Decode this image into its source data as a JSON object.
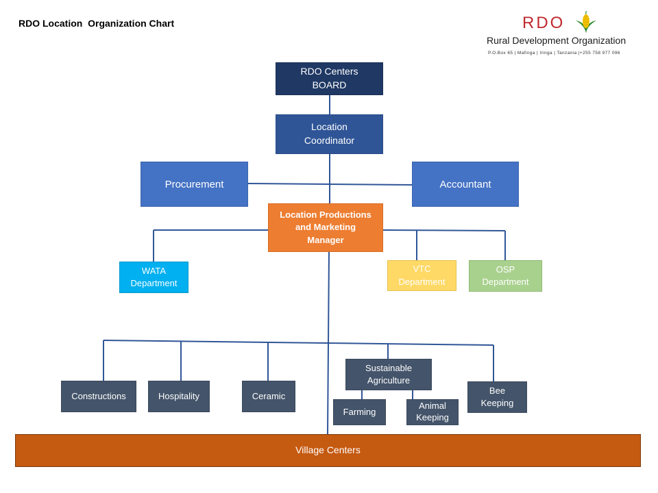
{
  "page_title": "RDO Location  Organization Chart",
  "logo": {
    "mark_text": "RDO",
    "org_name": "Rural Development Organization",
    "address": "P.O.Box 65 | Mafinga | Iringa | Tanzania |+255 758 977 096",
    "icon": "corn-icon",
    "mark_color": "#c0282d"
  },
  "nodes": {
    "board": "RDO Centers\nBOARD",
    "coordinator": "Location\nCoordinator",
    "procurement": "Procurement",
    "accountant": "Accountant",
    "manager": "Location Productions\nand Marketing\nManager",
    "wata": "WATA\nDepartment",
    "vtc": "VTC\nDepartment",
    "osp": "OSP\nDepartment",
    "constructions": "Constructions",
    "hospitality": "Hospitality",
    "ceramic": "Ceramic",
    "sustainable_agriculture": "Sustainable\nAgriculture",
    "farming": "Farming",
    "animal_keeping": "Animal\nKeeping",
    "bee_keeping": "Bee\nKeeping",
    "village_centers": "Village Centers"
  },
  "colors": {
    "board": "#1f3864",
    "coordinator": "#2f5597",
    "staff": "#4472c4",
    "manager": "#ed7d31",
    "wata": "#00b0f0",
    "vtc": "#ffd966",
    "osp": "#a9d18e",
    "units": "#44546a",
    "village_centers": "#c55a11",
    "connector": "#2f5597"
  }
}
